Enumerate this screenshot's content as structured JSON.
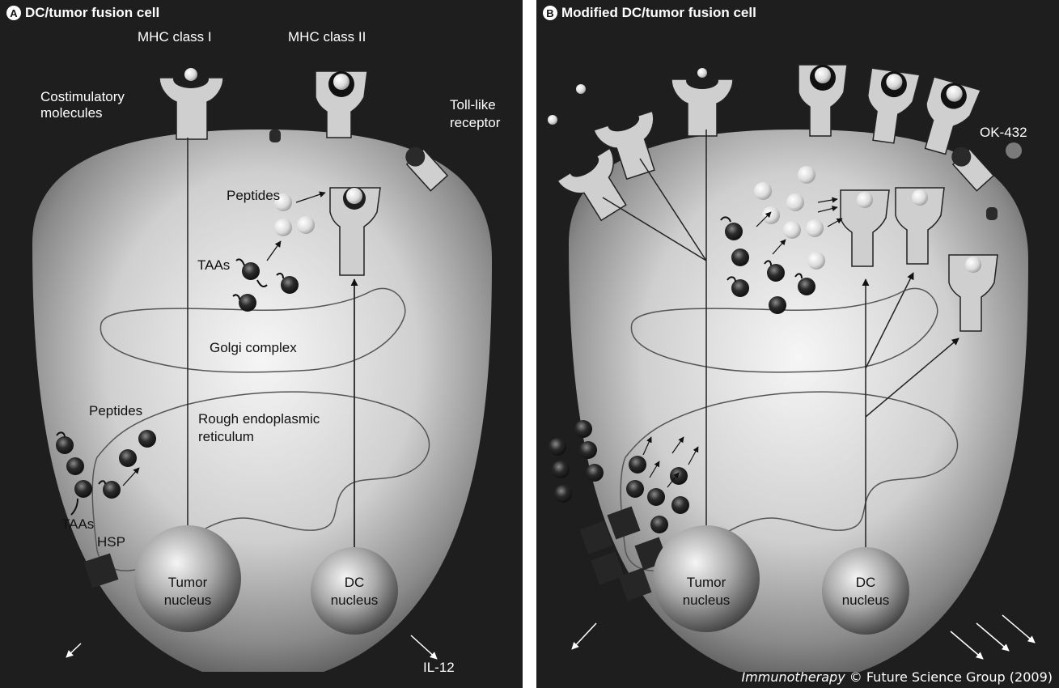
{
  "panel_a": {
    "badge": "A",
    "title": "DC/tumor fusion cell",
    "labels": {
      "mhc1": "MHC class I",
      "mhc2": "MHC class II",
      "costim_1": "Costimulatory",
      "costim_2": "molecules",
      "tlr_1": "Toll-like",
      "tlr_2": "receptor",
      "peptides_top": "Peptides",
      "taas_top": "TAAs",
      "golgi": "Golgi complex",
      "peptides_bottom": "Peptides",
      "rer_1": "Rough endoplasmic",
      "rer_2": "reticulum",
      "taas_bottom": "TAAs",
      "hsp": "HSP",
      "tumor_1": "Tumor",
      "tumor_2": "nucleus",
      "dc_1": "DC",
      "dc_2": "nucleus",
      "il12": "IL-12"
    }
  },
  "panel_b": {
    "badge": "B",
    "title": "Modified DC/tumor fusion cell",
    "labels": {
      "ok432": "OK-432",
      "tumor_1": "Tumor",
      "tumor_2": "nucleus",
      "dc_1": "DC",
      "dc_2": "nucleus"
    }
  },
  "credit": {
    "journal": "Immunotherapy",
    "rest": " © Future Science Group (2009)"
  },
  "colors": {
    "background": "#1e1e1e",
    "cell_light": "#f4f4f4",
    "cell_dark": "#5a5a5a",
    "receptor": "#cfcfcf",
    "taa": "#2a2a2a",
    "hsp": "#262626"
  }
}
